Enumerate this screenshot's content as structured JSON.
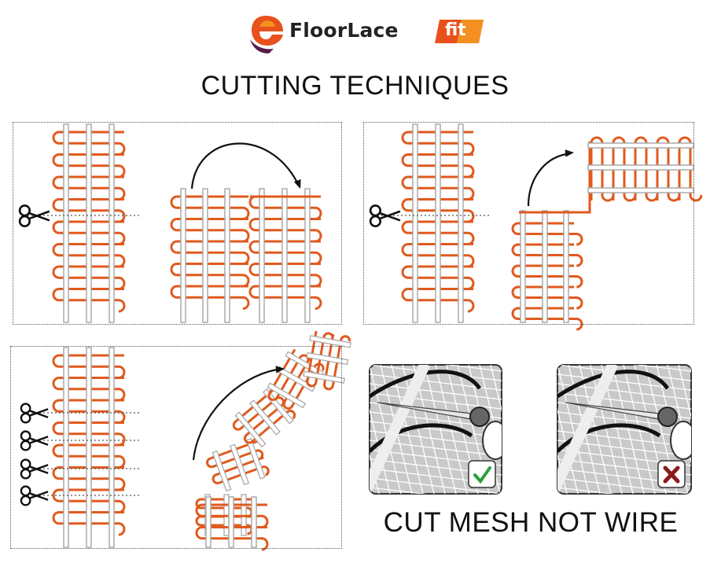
{
  "brand": {
    "name": "FloorLace",
    "badge": "fit",
    "colors": {
      "primary": "#e04a1c",
      "accent": "#f7941d",
      "purple": "#5a1a4a"
    }
  },
  "title": "CUTTING TECHNIQUES",
  "footer": "CUT MESH NOT WIRE",
  "colors": {
    "wire": "#e05a1e",
    "mesh": "#aaaaaa",
    "check": "#2e9e3a",
    "cross": "#8b1a1a"
  },
  "icons": {
    "scissors": "scissors-icon",
    "arrow": "curved-arrow-icon",
    "check": "checkmark-icon",
    "cross": "cross-icon"
  }
}
